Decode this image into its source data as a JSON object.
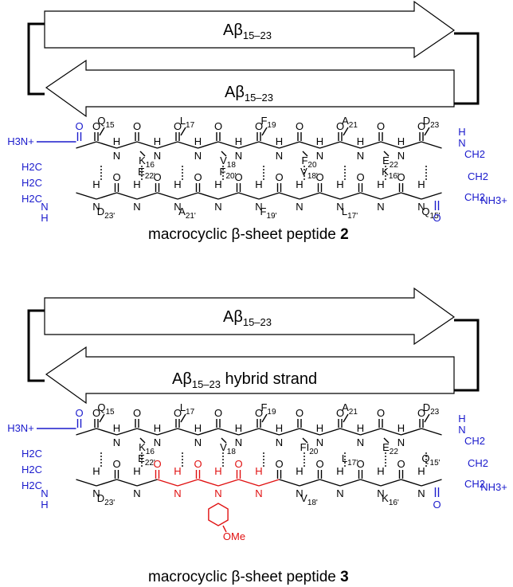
{
  "colors": {
    "black": "#000000",
    "blue": "#1a1acc",
    "red": "#e01010"
  },
  "diagram1": {
    "top_arrow": {
      "main": "Aβ",
      "sub": "15–23"
    },
    "bottom_arrow": {
      "main": "Aβ",
      "sub": "15–23",
      "suffix": ""
    },
    "caption": {
      "main": "macrocyclic β-sheet peptide ",
      "number": "2"
    }
  },
  "diagram2": {
    "top_arrow": {
      "main": "Aβ",
      "sub": "15–23"
    },
    "bottom_arrow": {
      "main": "Aβ",
      "sub": "15–23",
      "suffix": " hybrid strand"
    },
    "caption": {
      "main": "macrocyclic β-sheet peptide ",
      "number": "3"
    }
  },
  "molecule": {
    "left_end": {
      "ammonium": "H3N+",
      "ch2_a": "H2C",
      "ch2_b": "H2C",
      "ch2_c": "H2C",
      "nh": "N",
      "h": "H"
    },
    "right_end": {
      "ammonium": "NH3+",
      "ch2_a": "CH2",
      "ch2_b": "CH2",
      "ch2_c": "CH2",
      "nh": "N",
      "h": "H"
    },
    "top_residues": [
      "Q15",
      "K16",
      "L17",
      "V18",
      "F19",
      "F20",
      "A21",
      "E22",
      "D23"
    ],
    "bottom_residues_2": [
      "D23'",
      "E22'",
      "A21'",
      "F20'",
      "F19'",
      "V18'",
      "L17'",
      "K16'",
      "Q15'"
    ],
    "bottom_residues_3": [
      "D23'",
      "E22'",
      "V18'",
      "L17'",
      "K16'",
      "Q15'"
    ],
    "methoxy": "OMe",
    "f20_label_3": "FI20",
    "heteroatoms": {
      "o": "O",
      "n": "N",
      "h": "H"
    }
  }
}
